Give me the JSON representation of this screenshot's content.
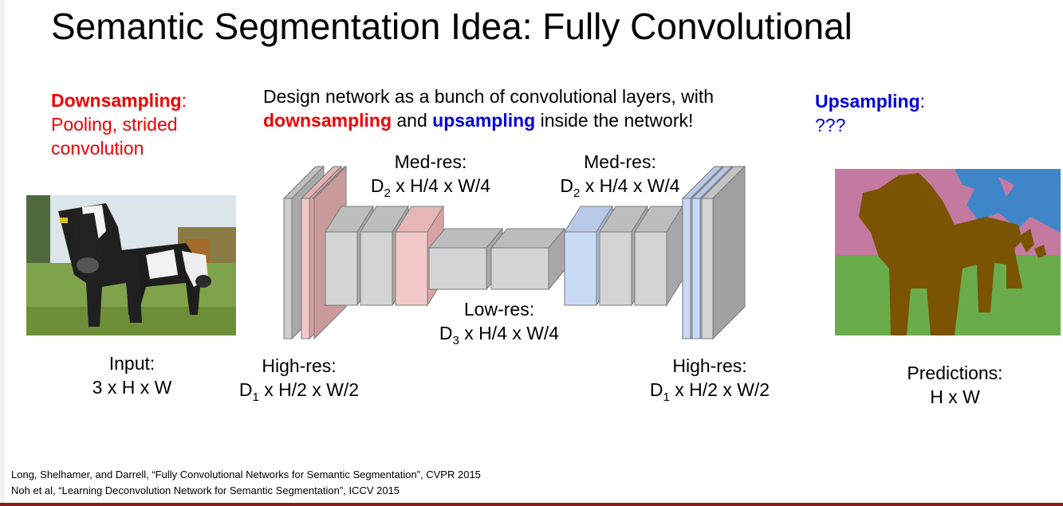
{
  "title": "Semantic Segmentation Idea: Fully Convolutional",
  "downsampling": {
    "heading": "Downsampling",
    "colon": ":",
    "body_line1": "Pooling, strided",
    "body_line2": "convolution"
  },
  "description": {
    "line1": "Design network as a bunch of convolutional layers, with",
    "down_word": "downsampling",
    "and_word": " and ",
    "up_word": "upsampling",
    "rest": " inside the network!"
  },
  "upsampling": {
    "heading": "Upsampling",
    "colon": ":",
    "body": "???"
  },
  "input": {
    "line1": "Input:",
    "line2": "3 x H x W"
  },
  "predictions": {
    "line1": "Predictions:",
    "line2": "H x W"
  },
  "layers": {
    "med_res_left": {
      "line1": "Med-res:",
      "d": "D",
      "sub": "2",
      "rest": " x H/4 x W/4"
    },
    "med_res_right": {
      "line1": "Med-res:",
      "d": "D",
      "sub": "2",
      "rest": " x H/4 x W/4"
    },
    "low_res": {
      "line1": "Low-res:",
      "d": "D",
      "sub": "3",
      "rest": " x H/4 x W/4"
    },
    "high_res_left": {
      "line1": "High-res:",
      "d": "D",
      "sub": "1",
      "rest": " x H/2 x W/2"
    },
    "high_res_right": {
      "line1": "High-res:",
      "d": "D",
      "sub": "1",
      "rest": " x H/2 x W/2"
    }
  },
  "references": [
    "Long, Shelhamer, and Darrell, “Fully Convolutional Networks for Semantic Segmentation”, CVPR 2015",
    "Noh et al, “Learning Deconvolution Network for Semantic Segmentation”, ICCV 2015"
  ],
  "colors": {
    "red": "#ee0000",
    "blue": "#0000dd",
    "gray_block": "#d0d0d0",
    "pink_block": "#f2c9c9",
    "blue_block": "#c9daf5",
    "segment_pink": "#c47aa0",
    "segment_blue": "#3f86c8",
    "segment_green": "#6aac4c",
    "segment_cow": "#7a5400"
  }
}
